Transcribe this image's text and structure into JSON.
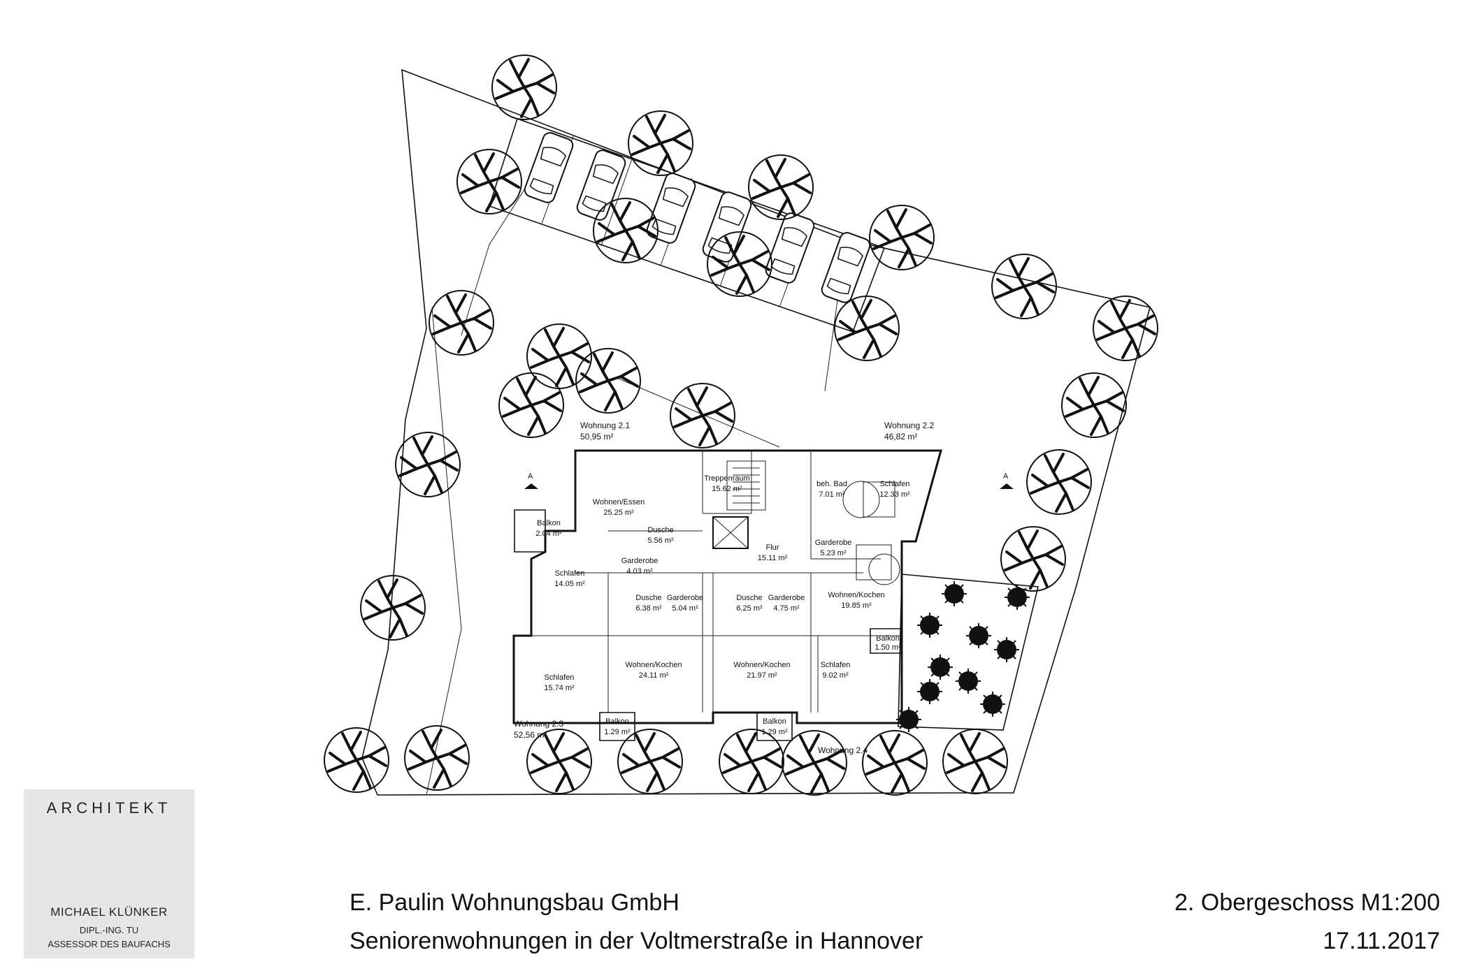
{
  "title_block": {
    "heading": "ARCHITEKT",
    "name": "MICHAEL KLÜNKER",
    "degree": "DIPL.-ING. TU",
    "title": "ASSESSOR DES BAUFACHS"
  },
  "drawing": {
    "client": "E. Paulin Wohnungsbau GmbH",
    "project": "Seniorenwohnungen in der Voltmerstraße in Hannover",
    "sheet": "2. Obergeschoss M1:200",
    "date": "17.11.2017"
  },
  "section_marker": "A",
  "units": {
    "u21": {
      "name": "Wohnung 2.1",
      "area": "50,95 m²"
    },
    "u22": {
      "name": "Wohnung 2.2",
      "area": "46,82 m²"
    },
    "u23": {
      "name": "Wohnung 2.3",
      "area": "52,56 m²"
    },
    "u24": {
      "name": "Wohnung 2.4"
    }
  },
  "rooms": [
    {
      "name": "Balkon",
      "area": "2.04 m²"
    },
    {
      "name": "Wohnen/Essen",
      "area": "25.25 m²"
    },
    {
      "name": "Dusche",
      "area": "5.56 m²"
    },
    {
      "name": "Garderobe",
      "area": "4.03 m²"
    },
    {
      "name": "Schlafen",
      "area": "14.05 m²"
    },
    {
      "name": "Treppenraum",
      "area": "15.62 m²"
    },
    {
      "name": "Flur",
      "area": "15.11 m²"
    },
    {
      "name": "beh. Bad",
      "area": "7.01 m²"
    },
    {
      "name": "Schlafen",
      "area": "12.33 m²"
    },
    {
      "name": "Garderobe",
      "area": "5.23 m²"
    },
    {
      "name": "Dusche",
      "area": "6.38 m²"
    },
    {
      "name": "Garderobe",
      "area": "5.04 m²"
    },
    {
      "name": "Dusche",
      "area": "6.25 m²"
    },
    {
      "name": "Garderobe",
      "area": "4.75 m²"
    },
    {
      "name": "Wohnen/Kochen",
      "area": "19.85 m²"
    },
    {
      "name": "Balkon",
      "area": "1.50 m²"
    },
    {
      "name": "Schlafen",
      "area": "15.74 m²"
    },
    {
      "name": "Wohnen/Kochen",
      "area": "24.11 m²"
    },
    {
      "name": "Wohnen/Kochen",
      "area": "21.97 m²"
    },
    {
      "name": "Schlafen",
      "area": "9.02 m²"
    },
    {
      "name": "Balkon",
      "area": "1.29 m²"
    },
    {
      "name": "Balkon",
      "area": "1.29 m²"
    }
  ]
}
